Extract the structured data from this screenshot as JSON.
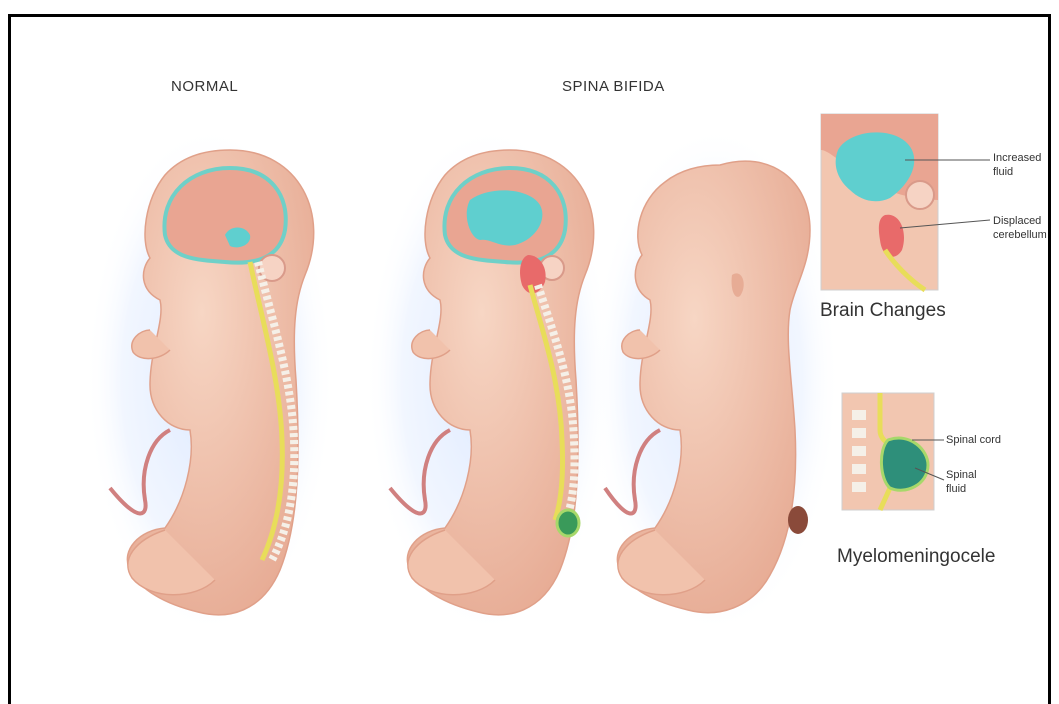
{
  "headings": {
    "normal": "NORMAL",
    "spina_bifida": "SPINA BIFIDA"
  },
  "brain_inset": {
    "caption": "Brain Changes",
    "callouts": [
      "Increased fluid",
      "Displaced cerebellum"
    ]
  },
  "spine_inset": {
    "caption": "Myelomeningocele",
    "callouts": [
      "Spinal cord",
      "Spinal fluid"
    ]
  },
  "colors": {
    "skin": "#f2c6b0",
    "skin_shadow": "#e2a690",
    "brain": "#e9a592",
    "fluid": "#5fcfcf",
    "spinal_cord": "#e8dd5a",
    "cerebellum_red": "#e86a6a",
    "halo": "#dbe8ff"
  }
}
